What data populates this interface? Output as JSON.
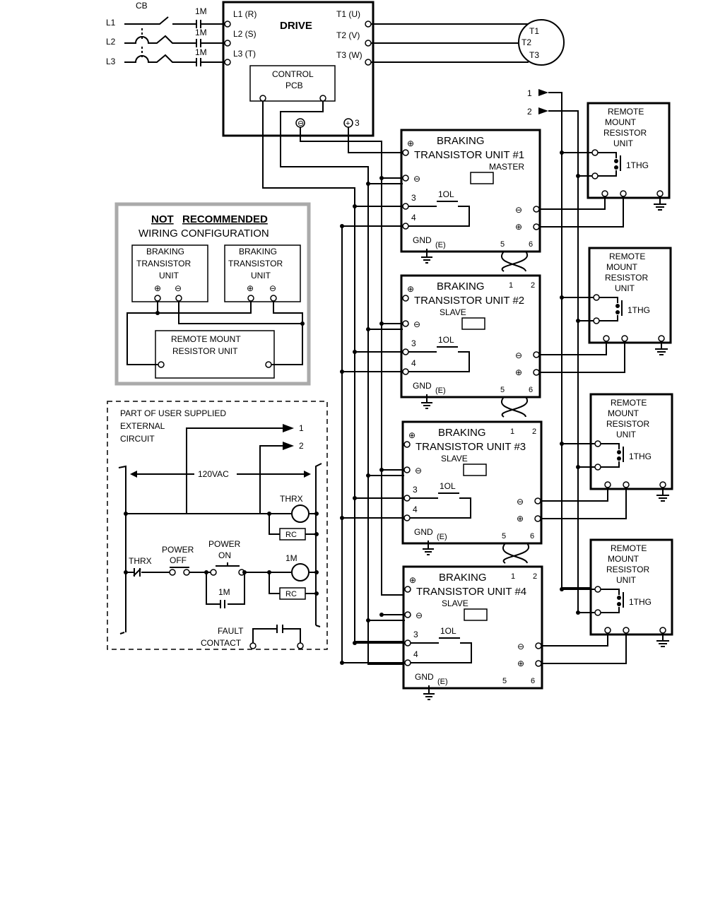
{
  "supply": {
    "cb": "CB",
    "lines": [
      "L1",
      "L2",
      "L3"
    ],
    "contactor": "1M"
  },
  "drive": {
    "title": "DRIVE",
    "inputs": [
      "L1 (R)",
      "L2 (S)",
      "L3 (T)"
    ],
    "outputs": [
      "T1 (U)",
      "T2 (V)",
      "T3 (W)"
    ],
    "control_pcb": [
      "CONTROL",
      "PCB"
    ],
    "terminal_3": "3"
  },
  "motor": {
    "terminals": [
      "T1",
      "T2",
      "T3"
    ]
  },
  "signals": [
    "1",
    "2"
  ],
  "braking_units": [
    {
      "line1": "BRAKING",
      "line2": "TRANSISTOR UNIT #1",
      "mode": "MASTER"
    },
    {
      "line1": "BRAKING",
      "line2": "TRANSISTOR UNIT #2",
      "mode": "SLAVE"
    },
    {
      "line1": "BRAKING",
      "line2": "TRANSISTOR UNIT #3",
      "mode": "SLAVE"
    },
    {
      "line1": "BRAKING",
      "line2": "TRANSISTOR UNIT #4",
      "mode": "SLAVE"
    }
  ],
  "bt_labels": {
    "t3": "3",
    "t4": "4",
    "ol": "1OL",
    "gnd": "GND",
    "e": "(E)",
    "t5": "5",
    "t6": "6",
    "t1": "1",
    "t2": "2"
  },
  "resistor_units": {
    "lines": [
      "REMOTE",
      "MOUNT",
      "RESISTOR",
      "UNIT"
    ],
    "thg": "1THG"
  },
  "not_recommended": {
    "title_not": "NOT",
    "title_rec": "RECOMMENDED",
    "subtitle": "WIRING CONFIGURATION",
    "bt_lines": [
      "BRAKING",
      "TRANSISTOR",
      "UNIT"
    ],
    "rmru_lines": [
      "REMOTE MOUNT",
      "RESISTOR UNIT"
    ]
  },
  "user_circuit": {
    "title": [
      "PART OF USER SUPPLIED",
      "EXTERNAL",
      "CIRCUIT"
    ],
    "voltage": "120VAC",
    "thrx": "THRX",
    "rc": "RC",
    "power_off": [
      "POWER",
      "OFF"
    ],
    "power_on": [
      "POWER",
      "ON"
    ],
    "m1": "1M",
    "fault": [
      "FAULT",
      "CONTACT"
    ],
    "out1": "1",
    "out2": "2"
  }
}
